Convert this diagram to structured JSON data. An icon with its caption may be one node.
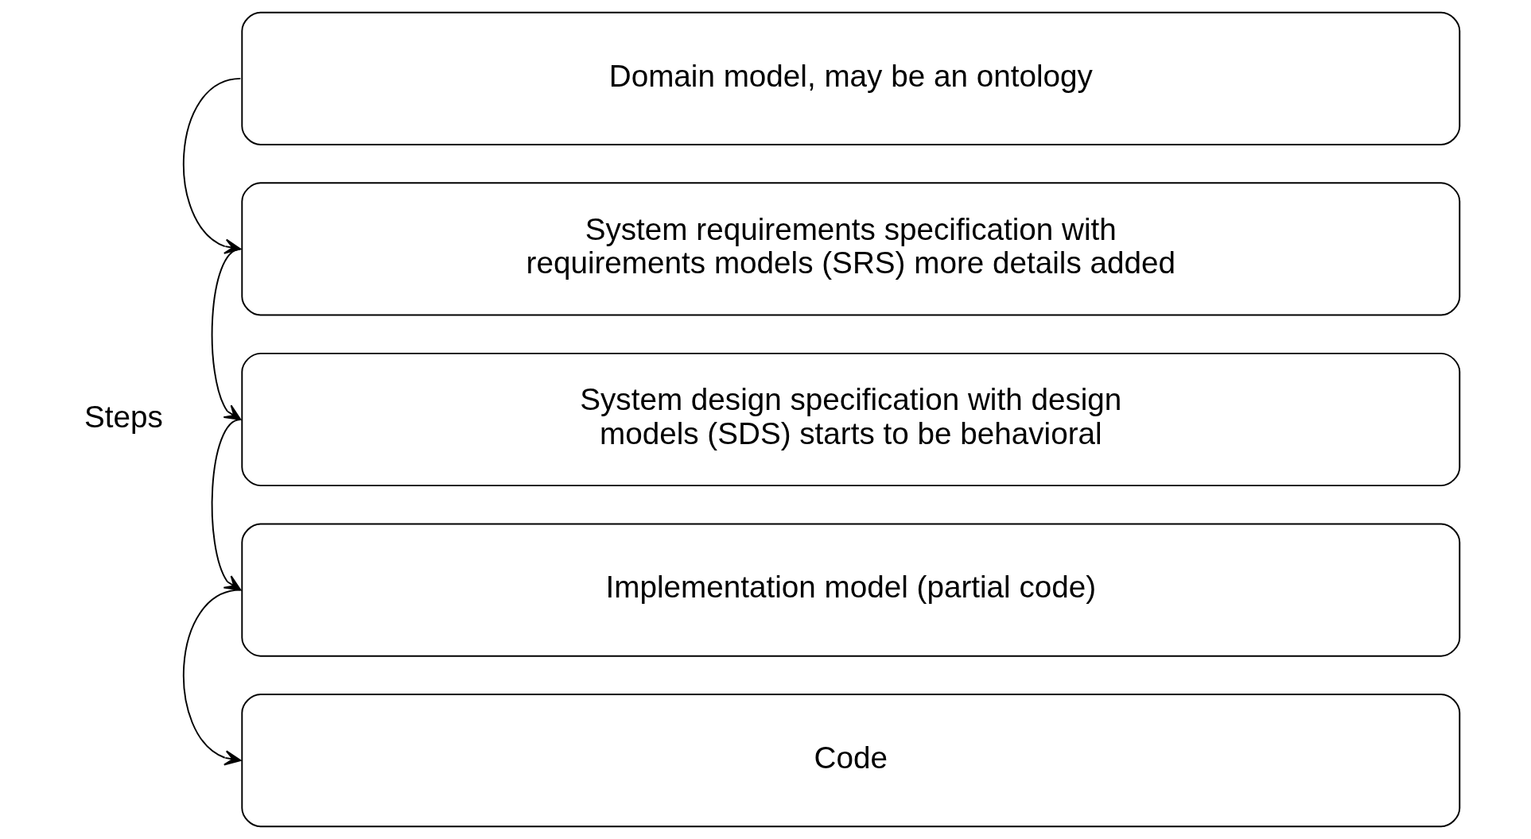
{
  "diagram": {
    "nodes": [
      {
        "text": [
          "Domain model, may be an ontology"
        ]
      },
      {
        "text": [
          "System requirements specification with requirements models (SRS) more details added"
        ]
      },
      {
        "text": [
          "System design specification with design models (SDS) starts to be behavioral"
        ]
      },
      {
        "text": [
          "Implementation model (partial code)"
        ]
      },
      {
        "text": [
          "Code"
        ]
      }
    ],
    "edges": [
      {
        "from": 0,
        "to": 1,
        "arrow": "to"
      },
      {
        "from": 1,
        "to": 2,
        "arrow": "to"
      },
      {
        "from": 2,
        "to": 3,
        "arrow": "to"
      },
      {
        "from": 3,
        "to": 4,
        "arrow": "to"
      }
    ],
    "labels": [
      "Steps"
    ]
  }
}
